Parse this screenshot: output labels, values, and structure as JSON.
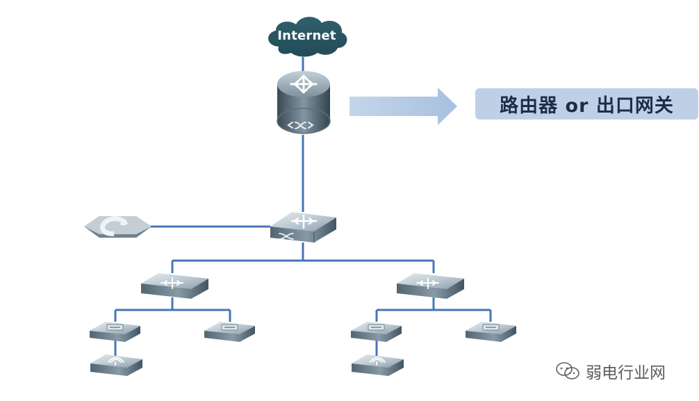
{
  "diagram": {
    "internet_label": "Internet",
    "callout_text": "路由器 or 出口网关",
    "watermark_text": "弱电行业网",
    "colors": {
      "line": "#4674b8",
      "cloud": "#2b5966",
      "router_dark": "#40535f",
      "router_light": "#a8b8c4",
      "switch_light": "#d4dde3",
      "switch_mid": "#8ea0ad",
      "switch_dark": "#5e707c",
      "callout_bg": "#bfd0e6",
      "callout_text": "#1b2d49",
      "arrow": "#b8cce4"
    },
    "icons": {
      "cloud": "internet-cloud-icon",
      "router": "router-icon",
      "server": "firewall-icon",
      "core_switch": "core-switch-icon",
      "distribution_switch": "distribution-switch-icon",
      "access_switch": "access-switch-icon",
      "wireless_ap": "wireless-ap-icon",
      "wechat": "wechat-logo-icon"
    }
  }
}
